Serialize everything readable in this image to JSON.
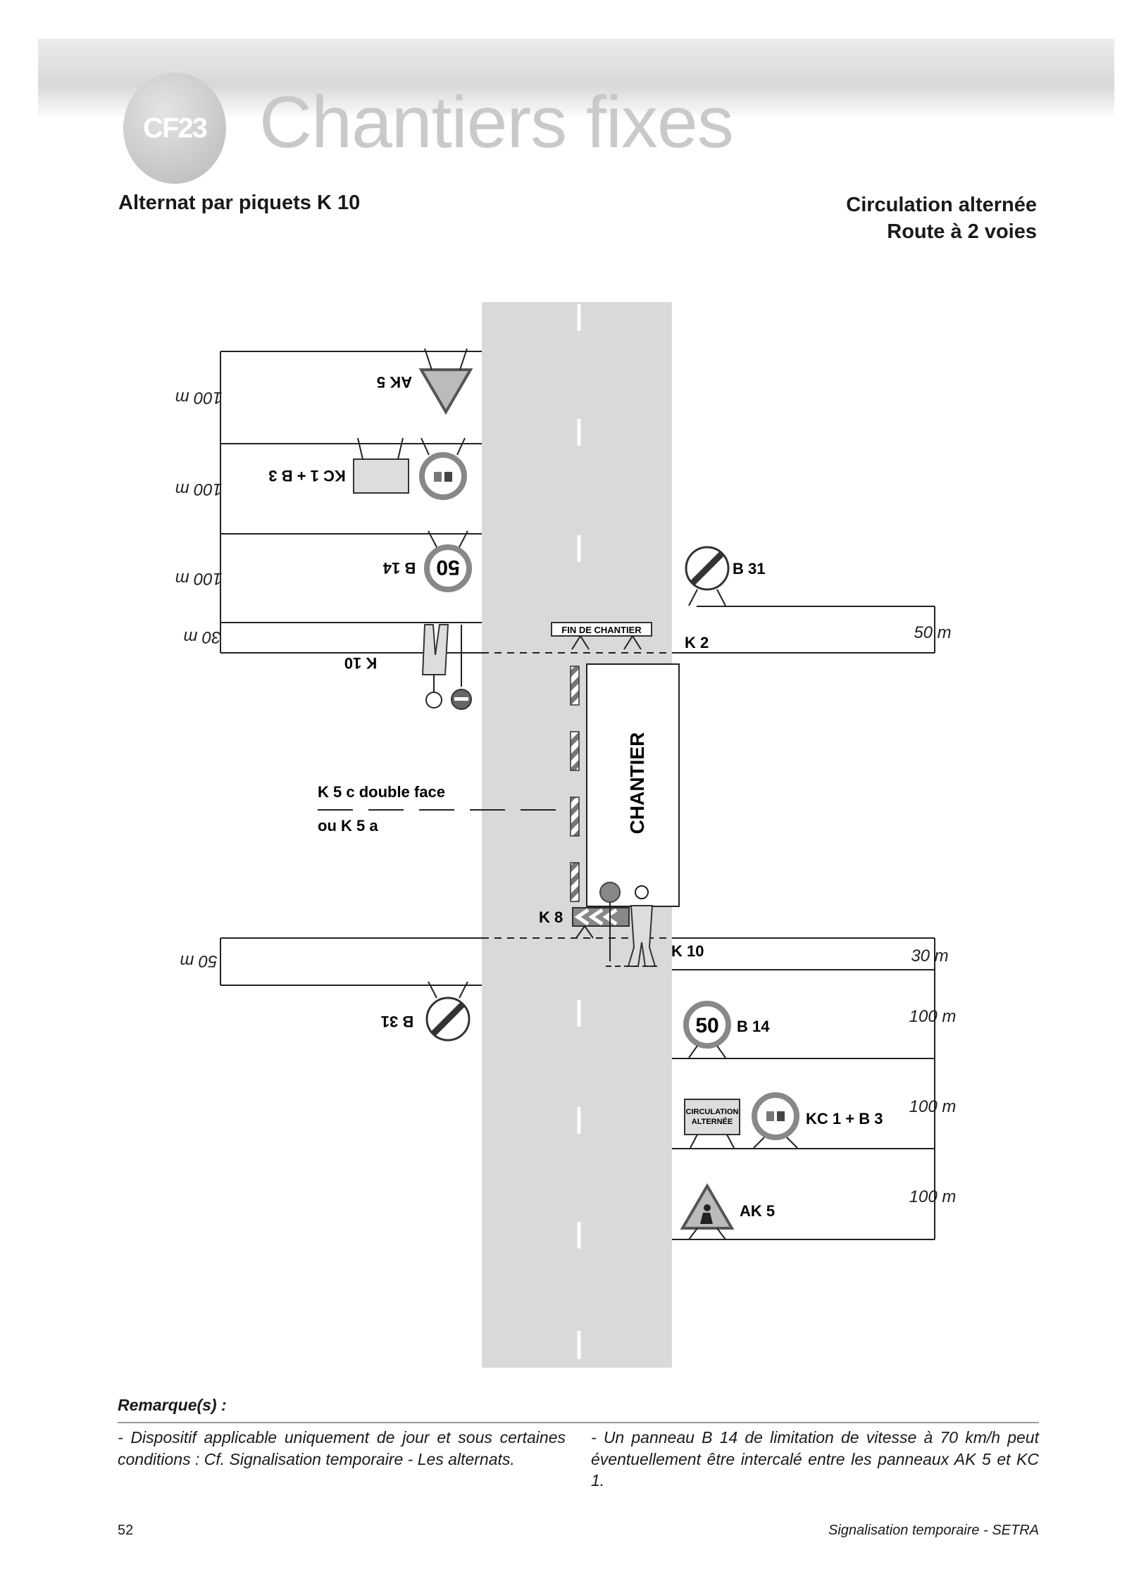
{
  "header": {
    "badge": "CF23",
    "title": "Chantiers fixes",
    "subtitle": "Alternat par piquets K 10",
    "right_line1": "Circulation alternée",
    "right_line2": "Route à 2 voies"
  },
  "diagram": {
    "left_dims": [
      "100 m",
      "100 m",
      "100 m",
      "30 m"
    ],
    "left_dim_bottom": "50 m",
    "right_dim_top": "50 m",
    "right_dims": [
      "30 m",
      "100 m",
      "100 m",
      "100 m"
    ],
    "signs": {
      "ak5": "AK 5",
      "kc1_b3": "KC 1 + B 3",
      "b14": "B 14",
      "b14_value": "50",
      "k10": "K 10",
      "b31": "B 31",
      "k2": "K 2",
      "k2_panel": "FIN DE CHANTIER",
      "k8": "K 8",
      "k5_line1": "K 5 c double face",
      "k5_line2": "ou K 5 a",
      "chantier": "CHANTIER",
      "panel_line1": "CIRCULATION",
      "panel_line2": "ALTERNÉE"
    }
  },
  "remarks": {
    "heading": "Remarque(s) :",
    "left": "- Dispositif applicable uniquement de jour et sous certaines conditions : Cf. Signalisation temporaire - Les alternats.",
    "right": "- Un panneau B 14 de limitation de vitesse à 70 km/h peut éventuellement être intercalé entre les panneaux AK 5 et KC 1."
  },
  "footer": {
    "page": "52",
    "source": "Signalisation temporaire - SETRA"
  }
}
